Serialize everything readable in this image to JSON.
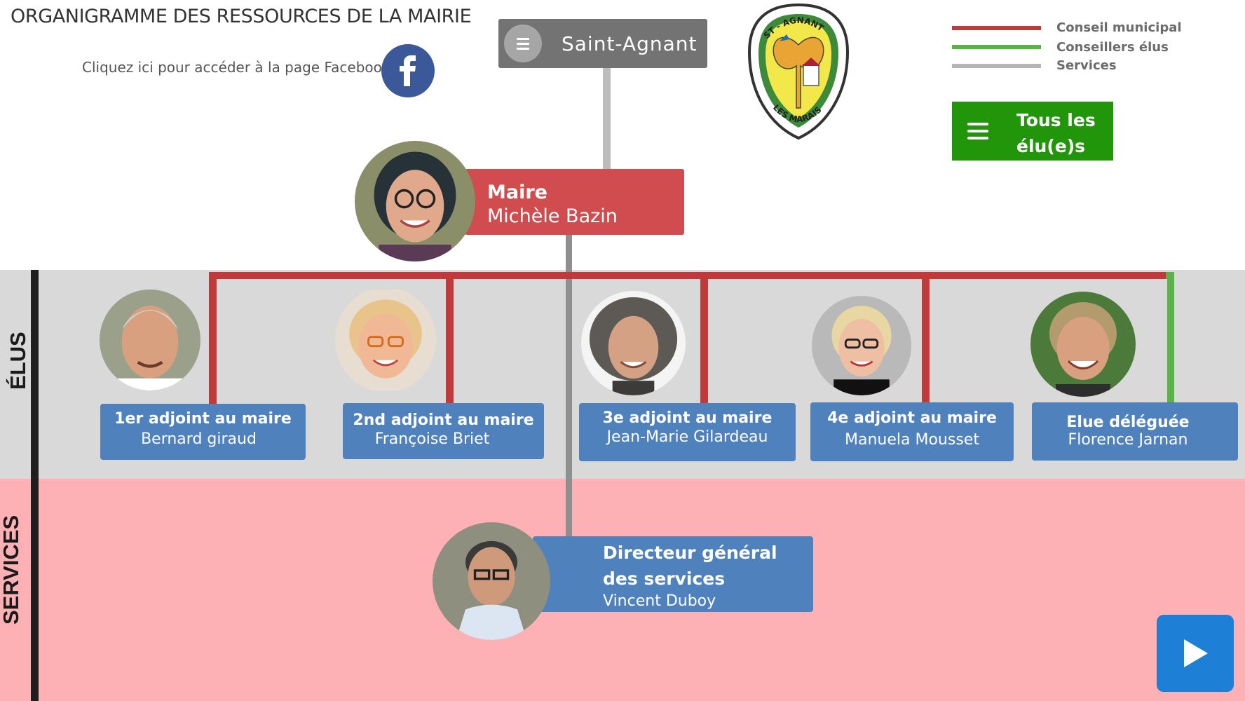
{
  "header": {
    "title": "ORGANIGRAMME DES RESSOURCES DE LA MAIRIE",
    "facebook_text": "Cliquez ici pour accéder à la page Facebook",
    "facebook_icon": "facebook-icon"
  },
  "root": {
    "label": "Saint-Agnant",
    "icon": "menu-icon"
  },
  "logo": {
    "top_text": "ST - AGNANT",
    "bottom_text": "LES MARAIS"
  },
  "legend": [
    {
      "label": "Conseil municipal",
      "color": "#c0393b"
    },
    {
      "label": "Conseillers élus",
      "color": "#5bb14a"
    },
    {
      "label": "Services",
      "color": "#b5b5b5"
    }
  ],
  "all_button": {
    "label": "Tous les élu(e)s",
    "icon": "menu-icon"
  },
  "bands": {
    "elus": "ÉLUS",
    "services": "SERVICES"
  },
  "maire": {
    "role": "Maire",
    "name": "Michèle Bazin"
  },
  "elus": [
    {
      "role": "1er adjoint au maire",
      "name": "Bernard giraud"
    },
    {
      "role": "2nd adjoint au maire",
      "name": "Françoise Briet"
    },
    {
      "role": "3e adjoint au maire",
      "name": "Jean-Marie Gilardeau"
    },
    {
      "role": "4e adjoint au maire",
      "name": "Manuela Mousset"
    },
    {
      "role": "Elue déléguée",
      "name": "Florence Jarnan"
    }
  ],
  "services": [
    {
      "role": "Directeur général des services",
      "name": "Vincent Duboy"
    }
  ],
  "play_icon": "play-icon",
  "colors": {
    "conseil_line": "#c0393b",
    "elus_line": "#5bb14a",
    "services_line": "#8f8f8f",
    "card_blue": "#4f81bd",
    "maire_red": "#d04c4e",
    "elus_band": "#d9d9d9",
    "services_band": "#fdb1b5",
    "all_button_green": "#21960b"
  }
}
